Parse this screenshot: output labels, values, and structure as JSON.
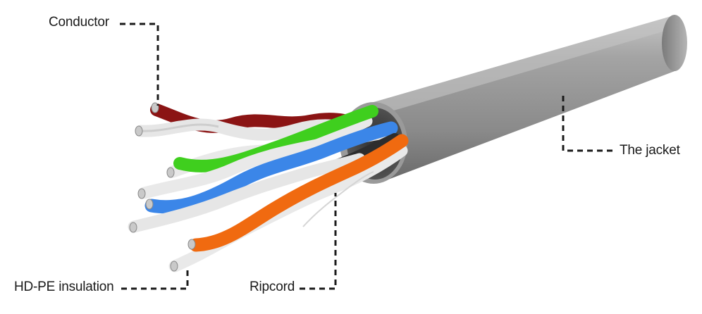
{
  "labels": {
    "conductor": "Conductor",
    "jacket": "The jacket",
    "insulation": "HD-PE insulation",
    "ripcord": "Ripcord"
  },
  "colors": {
    "jacket": "#8e8e8e",
    "jacket_highlight": "#b9b9b9",
    "jacket_shadow": "#6b6b6b",
    "brown_pair": "#8b1414",
    "green_pair": "#3fcf1e",
    "blue_pair": "#3b86e8",
    "orange_pair": "#f06a10",
    "white_stripe": "#e9e9e9",
    "leader_line": "#1a1a1a"
  },
  "icons": {
    "main": "twisted-pair-cable-illustration"
  }
}
